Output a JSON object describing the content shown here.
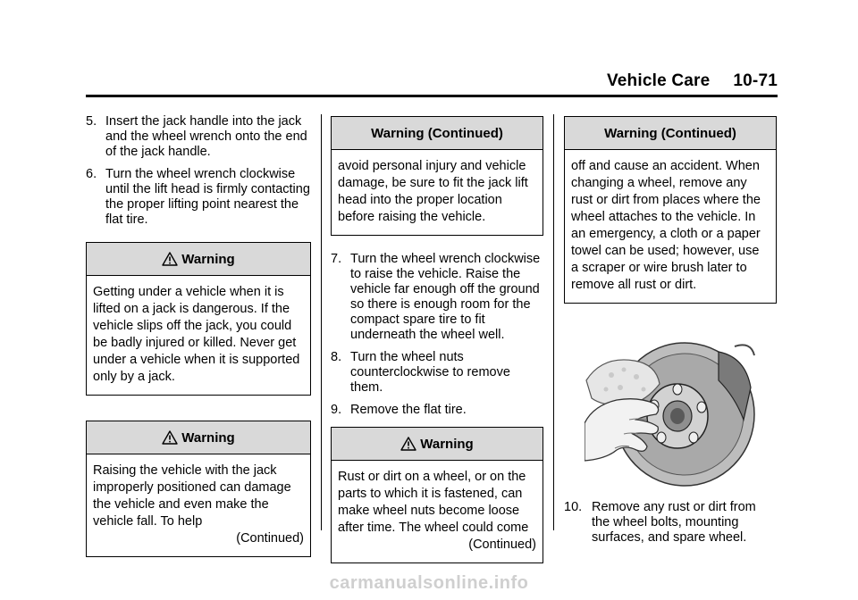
{
  "header": {
    "section": "Vehicle Care",
    "page": "10-71"
  },
  "column1": {
    "steps": [
      {
        "num": "5.",
        "text": "Insert the jack handle into the jack and the wheel wrench onto the end of the jack handle."
      },
      {
        "num": "6.",
        "text": "Turn the wheel wrench clockwise until the lift head is firmly contacting the proper lifting point nearest the flat tire."
      }
    ],
    "warning1": {
      "title": "Warning",
      "text": "Getting under a vehicle when it is lifted on a jack is dangerous. If the vehicle slips off the jack, you could be badly injured or killed. Never get under a vehicle when it is supported only by a jack."
    },
    "warning2": {
      "title": "Warning",
      "text": "Raising the vehicle with the jack improperly positioned can damage the vehicle and even make the vehicle fall. To help",
      "continued": "(Continued)"
    }
  },
  "column2": {
    "warning_cont": {
      "title": "Warning  (Continued)",
      "text": "avoid personal injury and vehicle damage, be sure to fit the jack lift head into the proper location before raising the vehicle."
    },
    "steps": [
      {
        "num": "7.",
        "text": "Turn the wheel wrench clockwise to raise the vehicle. Raise the vehicle far enough off the ground so there is enough room for the compact spare tire to fit underneath the wheel well."
      },
      {
        "num": "8.",
        "text": "Turn the wheel nuts counterclockwise to remove them."
      },
      {
        "num": "9.",
        "text": "Remove the flat tire."
      }
    ],
    "warning3": {
      "title": "Warning",
      "text": "Rust or dirt on a wheel, or on the parts to which it is fastened, can make wheel nuts become loose after time. The wheel could come",
      "continued": "(Continued)"
    }
  },
  "column3": {
    "warning_cont": {
      "title": "Warning  (Continued)",
      "text": "off and cause an accident. When changing a wheel, remove any rust or dirt from places where the wheel attaches to the vehicle. In an emergency, a cloth or a paper towel can be used; however, use a scraper or wire brush later to remove all rust or dirt."
    },
    "steps": [
      {
        "num": "10.",
        "text": "Remove any rust or dirt from the wheel bolts, mounting surfaces, and spare wheel."
      }
    ]
  },
  "watermark": "carmanualsonline.info"
}
